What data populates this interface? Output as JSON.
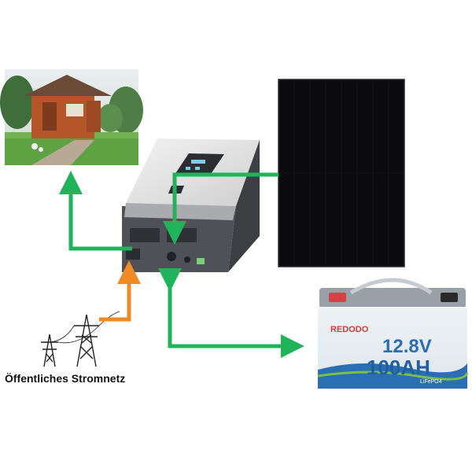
{
  "labels": {
    "grid": "Öffentliches Stromnetz"
  },
  "battery": {
    "brand": "REDODO",
    "voltage": "12.8V",
    "capacity": "100AH",
    "chemistry": "LiFePO4"
  },
  "colors": {
    "green_arrow": "#1fb35a",
    "orange_arrow": "#f08a24",
    "panel": "#0b0b0d",
    "battery_blue": "#2a6fb4"
  }
}
